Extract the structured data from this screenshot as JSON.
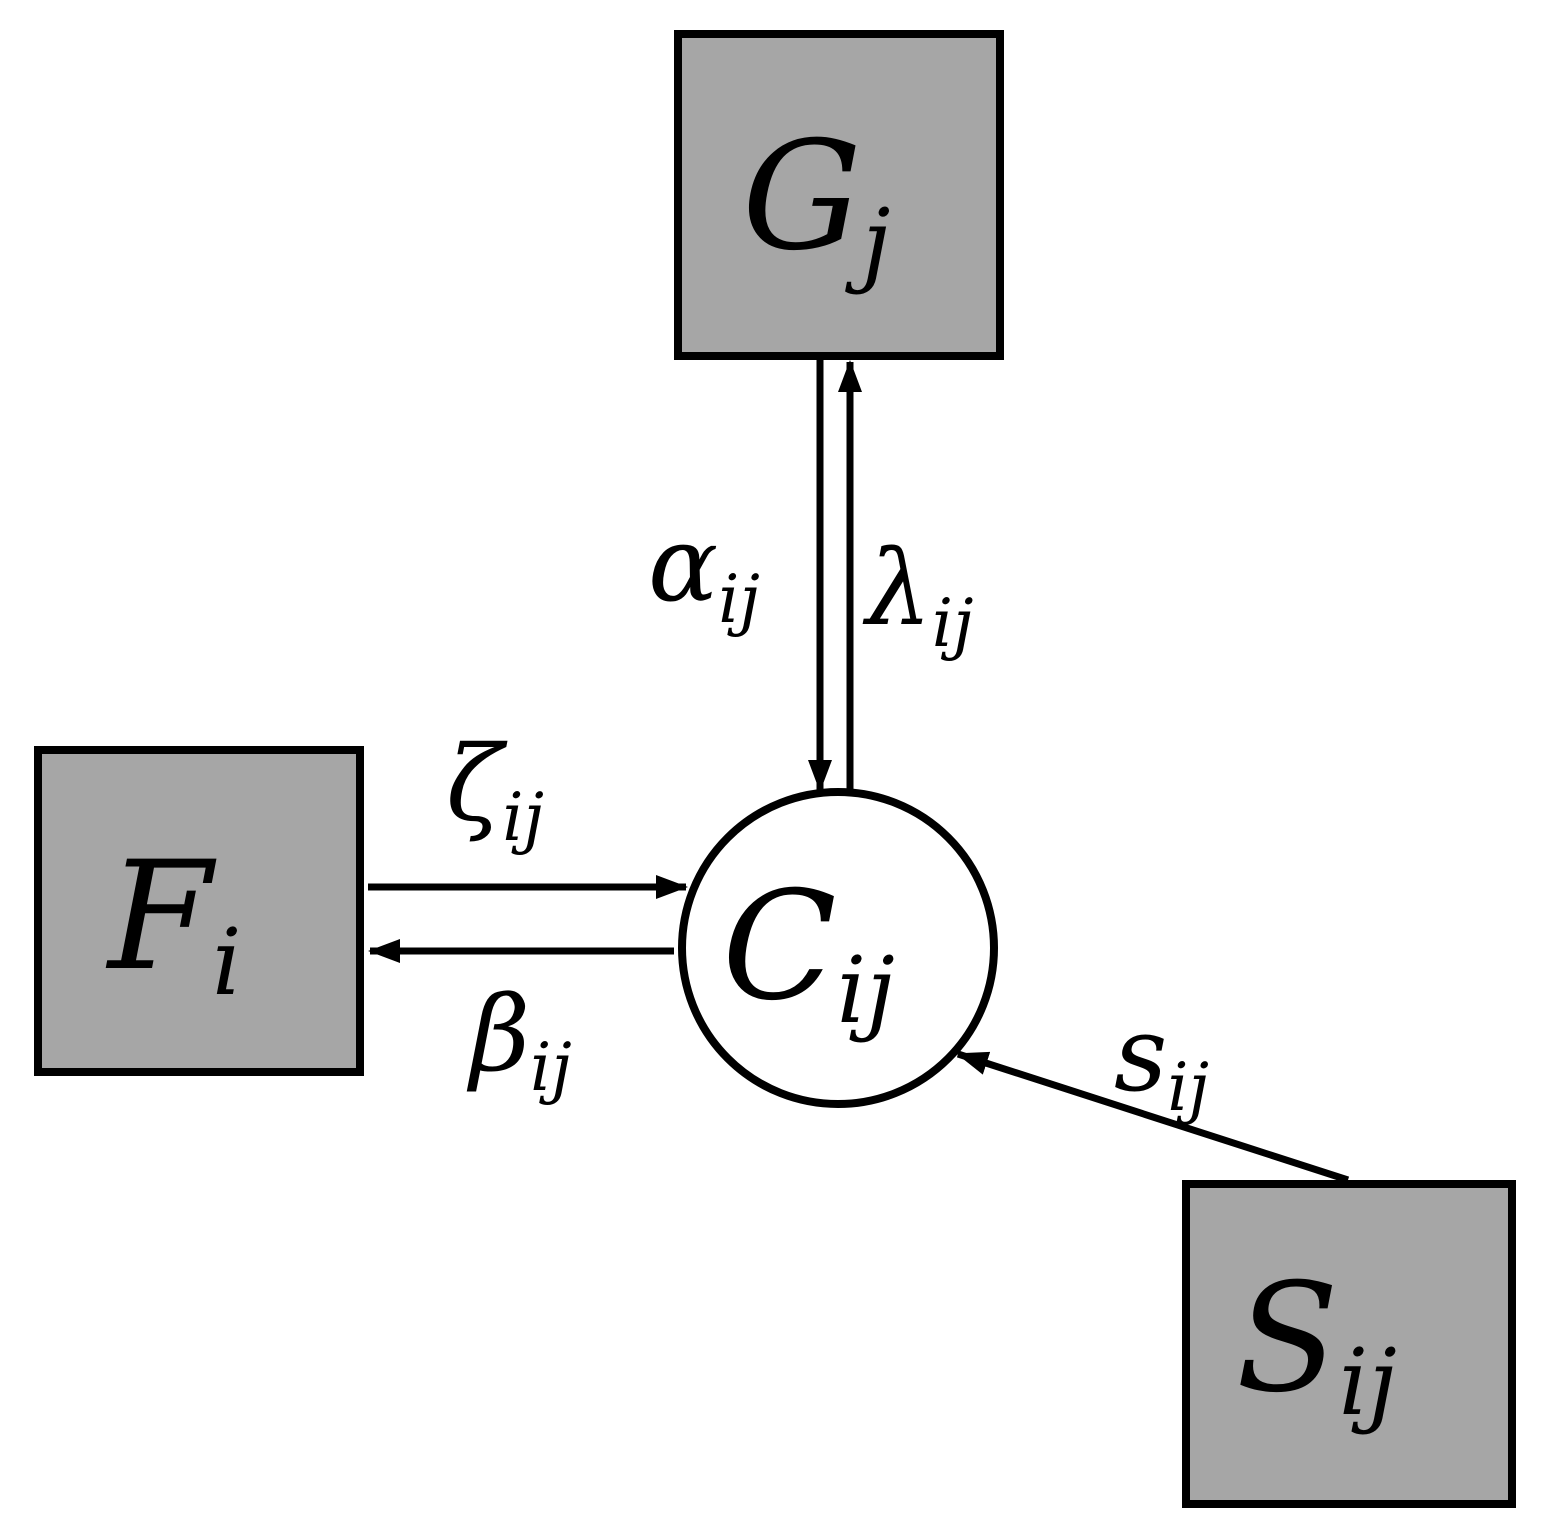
{
  "colors": {
    "box_fill": "#a6a6a6",
    "circle_fill": "#ffffff",
    "stroke": "#000000"
  },
  "nodes": {
    "G": {
      "base": "G",
      "sub": "j"
    },
    "F": {
      "base": "F",
      "sub": "i"
    },
    "C": {
      "base": "C",
      "sub": "ij"
    },
    "S": {
      "base": "S",
      "sub": "ij"
    }
  },
  "edges": {
    "alpha": {
      "base": "α",
      "sub": "ij"
    },
    "lambda": {
      "base": "λ",
      "sub": "ij"
    },
    "zeta": {
      "base": "ζ",
      "sub": "ij"
    },
    "beta": {
      "base": "β",
      "sub": "ij"
    },
    "s": {
      "base": "s",
      "sub": "ij"
    }
  }
}
